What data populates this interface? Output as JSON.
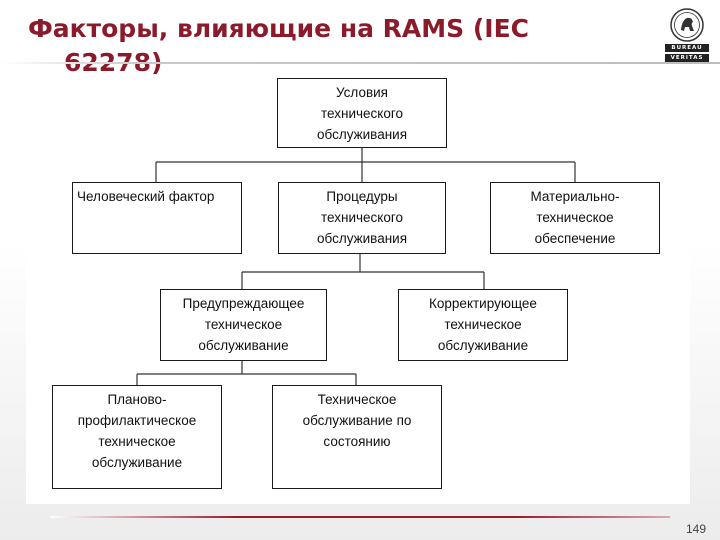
{
  "slide": {
    "title_line1": "Факторы, влияющие на RAMS (IEC",
    "title_line2": "62278)",
    "page_number": "149"
  },
  "logo": {
    "word_top": "BUREAU",
    "word_bottom": "VERITAS"
  },
  "diagram": {
    "root": "Условия\nтехнического\nобслуживания",
    "level1": [
      "Человеческий фактор",
      "Процедуры\nтехнического\nобслуживания",
      "Материально-\nтехническое\nобеспечение"
    ],
    "level2": [
      "Предупреждающее\nтехническое\nобслуживание",
      "Корректирующее\nтехническое\nобслуживание"
    ],
    "level3": [
      "Планово-\nпрофилактическое\nтехническое\nобслуживание",
      "Техническое\nобслуживание по\nсостоянию"
    ]
  },
  "colors": {
    "title": "#8b1a2b",
    "accent_rule": "#9a1a2c"
  }
}
